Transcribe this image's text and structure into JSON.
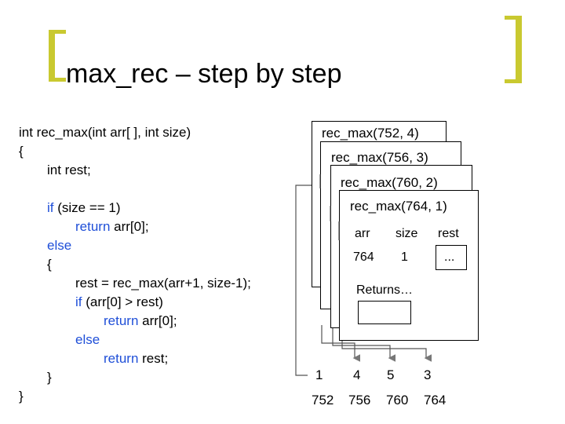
{
  "slide": {
    "title": "max_rec – step by step"
  },
  "code": {
    "lines": [
      {
        "indent": 0,
        "parts": [
          {
            "t": "int rec_max(int arr[ ], int size)",
            "kw": false
          }
        ]
      },
      {
        "indent": 0,
        "parts": [
          {
            "t": "{",
            "kw": false
          }
        ]
      },
      {
        "indent": 1,
        "parts": [
          {
            "t": "int rest;",
            "kw": false
          }
        ]
      },
      {
        "indent": 0,
        "parts": []
      },
      {
        "indent": 1,
        "parts": [
          {
            "t": "if",
            "kw": true
          },
          {
            "t": " (size == 1)",
            "kw": false
          }
        ]
      },
      {
        "indent": 2,
        "parts": [
          {
            "t": "return",
            "kw": true
          },
          {
            "t": " arr[0];",
            "kw": false
          }
        ]
      },
      {
        "indent": 1,
        "parts": [
          {
            "t": "else",
            "kw": true
          }
        ]
      },
      {
        "indent": 1,
        "parts": [
          {
            "t": "{",
            "kw": false
          }
        ]
      },
      {
        "indent": 2,
        "parts": [
          {
            "t": "rest = rec_max(arr+1, size-1);",
            "kw": false
          }
        ]
      },
      {
        "indent": 2,
        "parts": [
          {
            "t": "if",
            "kw": true
          },
          {
            "t": " (arr[0] > rest)",
            "kw": false
          }
        ]
      },
      {
        "indent": 3,
        "parts": [
          {
            "t": "return",
            "kw": true
          },
          {
            "t": " arr[0];",
            "kw": false
          }
        ]
      },
      {
        "indent": 2,
        "parts": [
          {
            "t": "else",
            "kw": true
          }
        ]
      },
      {
        "indent": 3,
        "parts": [
          {
            "t": "return",
            "kw": true
          },
          {
            "t": " rest;",
            "kw": false
          }
        ]
      },
      {
        "indent": 1,
        "parts": [
          {
            "t": "}",
            "kw": false
          }
        ]
      },
      {
        "indent": 0,
        "parts": [
          {
            "t": "}",
            "kw": false
          }
        ]
      }
    ]
  },
  "stack": {
    "frames": [
      {
        "title": "rec_max(752, 4)"
      },
      {
        "title": "rec_max(756, 3)"
      },
      {
        "title": "rec_max(760, 2)"
      },
      {
        "title": "rec_max(764, 1)"
      }
    ],
    "vars": {
      "headers": [
        "arr",
        "size",
        "rest"
      ],
      "values": [
        "764",
        "1",
        "..."
      ]
    },
    "returns_label": "Returns…",
    "returns_value": ""
  },
  "memory": {
    "values": [
      "1",
      "4",
      "5",
      "3"
    ],
    "addresses": [
      "752",
      "756",
      "760",
      "764"
    ]
  },
  "colors": {
    "bracket": "#c9c930",
    "keyword": "#1f4fd8"
  }
}
